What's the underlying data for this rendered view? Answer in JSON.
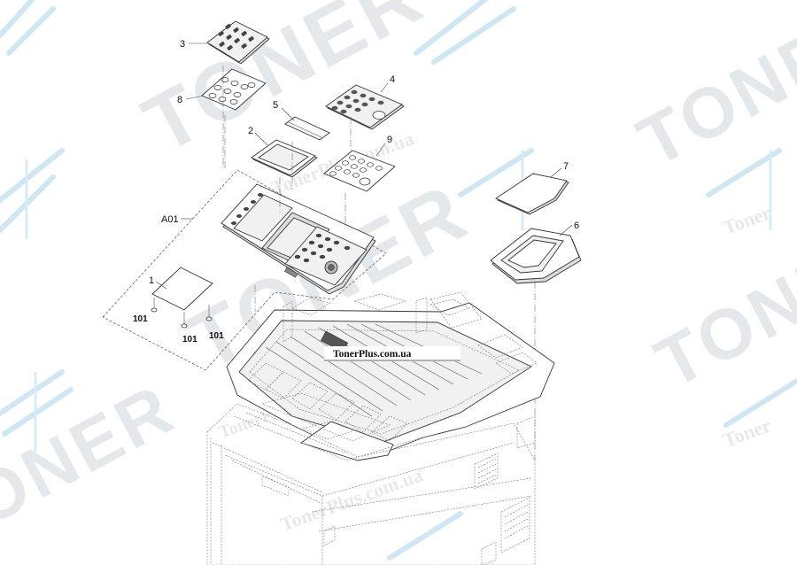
{
  "watermark": {
    "brand": "TONER",
    "site": "TonerPlus.com.ua",
    "site_short": "Toner"
  },
  "banner": {
    "text": "TonerPlus.com.ua"
  },
  "callouts": [
    {
      "id": "c3",
      "label": "3"
    },
    {
      "id": "c8",
      "label": "8"
    },
    {
      "id": "c5",
      "label": "5"
    },
    {
      "id": "c4",
      "label": "4"
    },
    {
      "id": "c2",
      "label": "2"
    },
    {
      "id": "c9",
      "label": "9"
    },
    {
      "id": "cA01",
      "label": "A01"
    },
    {
      "id": "c1",
      "label": "1"
    },
    {
      "id": "c7",
      "label": "7"
    },
    {
      "id": "c6",
      "label": "6"
    },
    {
      "id": "c101a",
      "label": "101"
    },
    {
      "id": "c101b",
      "label": "101"
    },
    {
      "id": "c101c",
      "label": "101"
    }
  ]
}
